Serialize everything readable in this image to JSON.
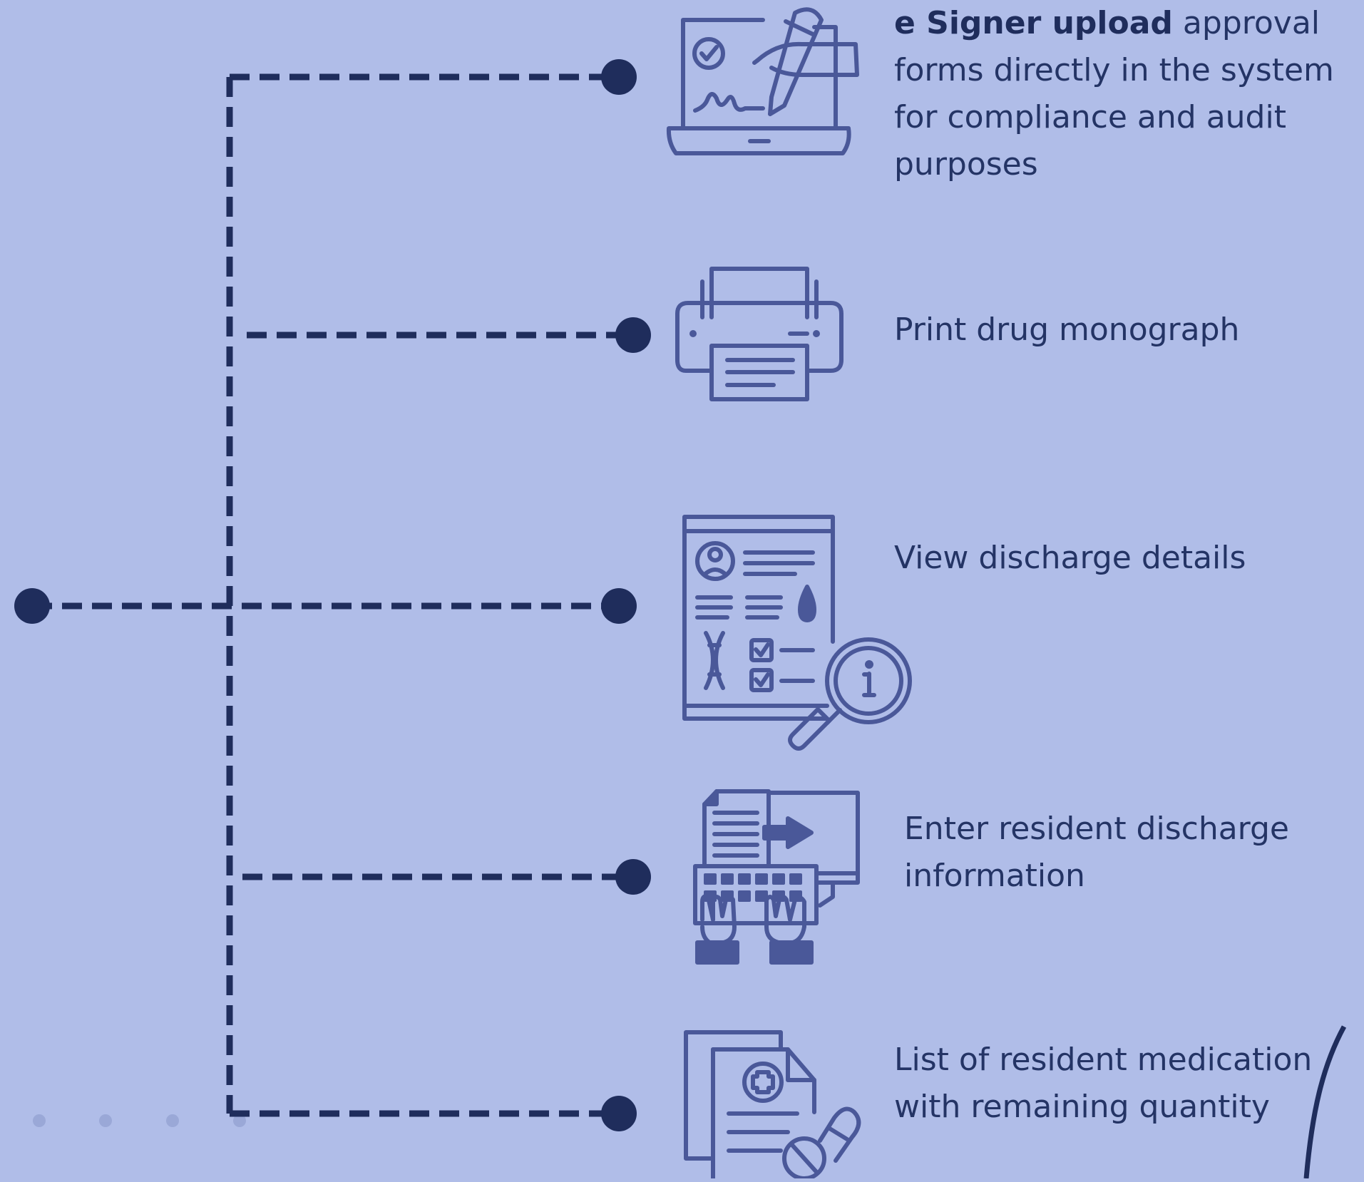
{
  "colors": {
    "background": "#b0bde8",
    "connector": "#1f2d5c",
    "icon_stroke": "#4a5899",
    "text": "#243465"
  },
  "features": [
    {
      "id": "e-signer",
      "icon": "laptop-signature-icon",
      "bold": "e Signer upload",
      "text": " approval forms directly in the system for compliance and audit purposes"
    },
    {
      "id": "print",
      "icon": "printer-icon",
      "bold": "",
      "text": "Print drug monograph"
    },
    {
      "id": "view-discharge",
      "icon": "medical-report-search-icon",
      "bold": "",
      "text": "View discharge details"
    },
    {
      "id": "enter-discharge",
      "icon": "data-entry-keyboard-icon",
      "bold": "",
      "text": "Enter resident discharge information"
    },
    {
      "id": "medication-list",
      "icon": "prescription-pills-icon",
      "bold": "",
      "text": "List of resident medication with remaining quantity"
    }
  ]
}
